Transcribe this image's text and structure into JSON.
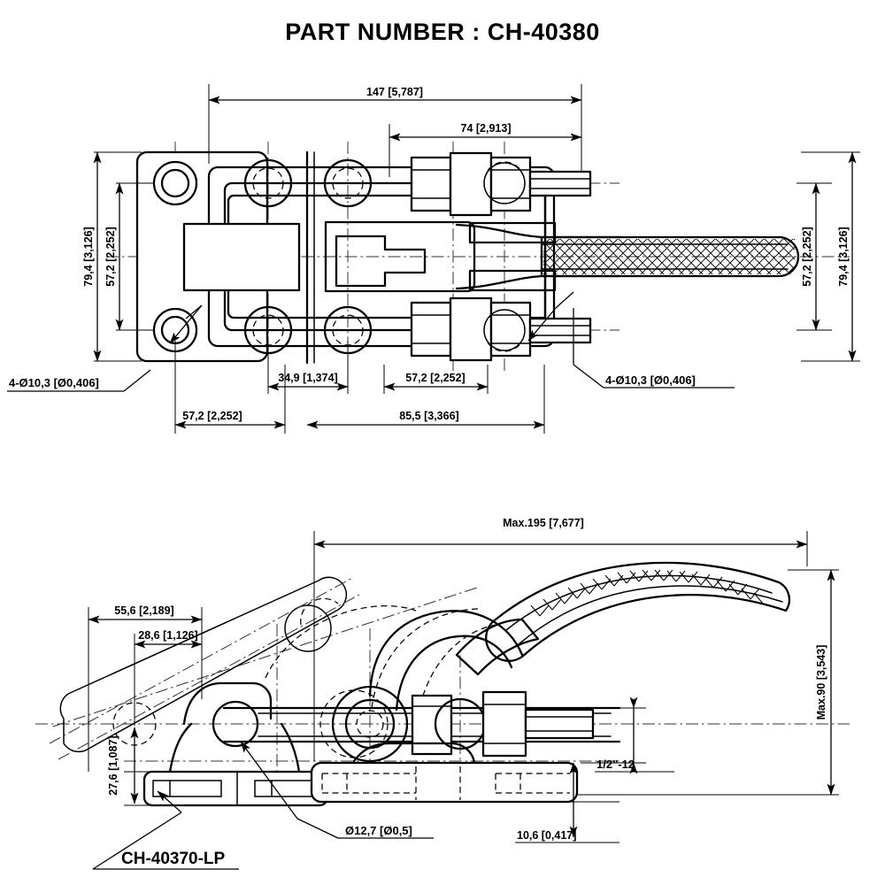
{
  "sheet": {
    "background_color": "#ffffff",
    "line_color": "#000000",
    "title_prefix": "PART NUMBER :",
    "title_value": "CH-40380",
    "title_full": "PART NUMBER :  CH-40380"
  },
  "top_view": {
    "name": "plan-view",
    "dimensions": {
      "overall_length": "147 [5,787]",
      "handle_offset": "74 [2,913]",
      "left_height_outer": "79,4 [3,126]",
      "left_height_inner": "57,2 [2,252]",
      "right_height_inner": "57,2 [2,252]",
      "right_height_outer": "79,4 [3,126]",
      "base_hole_spacing_small": "34,9 [1,374]",
      "base_width": "57,2 [2,252]",
      "bracket_hole_spacing": "57,2 [2,252]",
      "bracket_length": "85,5 [3,366]"
    },
    "callouts": {
      "left_hole_note": "4-Ø10,3 [Ø0,406]",
      "right_hole_note": "4-Ø10,3 [Ø0,406]"
    }
  },
  "bottom_view": {
    "name": "side-elevation-view",
    "dimensions": {
      "max_length": "Max.195 [7,677]",
      "max_height": "Max.90 [3,543]",
      "plate_length": "55,6 [2,189]",
      "plate_offset": "28,6 [1,126]",
      "plate_height": "27,6 [1,087]",
      "base_height": "10,6 [0,417]"
    },
    "callouts": {
      "thread_spec": "1/2\"-12",
      "pin_diameter": "Ø12,7 [Ø0,5]",
      "accessory_part": "CH-40370-LP"
    }
  }
}
